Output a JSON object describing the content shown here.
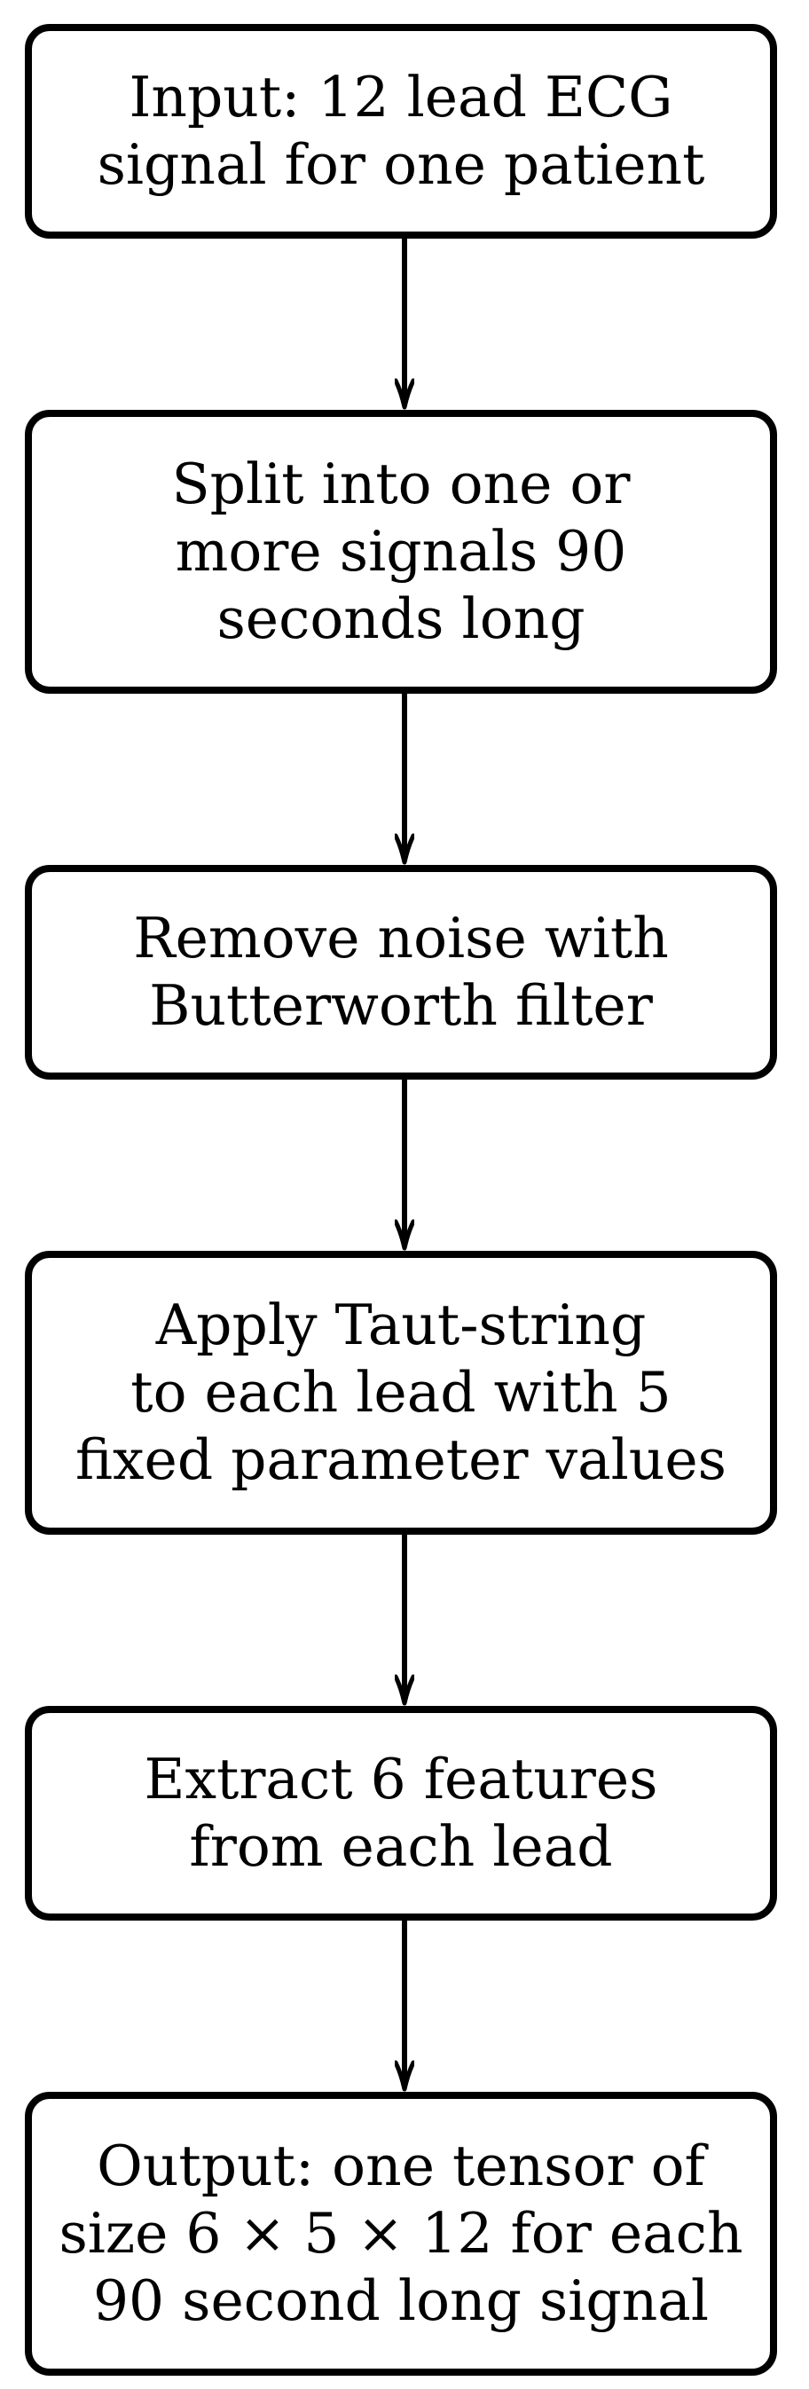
{
  "steps": [
    {
      "lines": [
        "Input: 12 lead ECG",
        "signal for one patient"
      ]
    },
    {
      "lines": [
        "Split into one or",
        "more signals 90",
        "seconds long"
      ]
    },
    {
      "lines": [
        "Remove noise with",
        "Butterworth filter"
      ]
    },
    {
      "lines": [
        "Apply Taut-string",
        "to each lead with 5",
        "fixed parameter values"
      ]
    },
    {
      "lines": [
        "Extract 6 features",
        "from each lead"
      ]
    },
    {
      "lines": [
        "Output: one tensor of",
        "size 6 × 5 × 12 for each",
        "90 second long signal"
      ]
    }
  ]
}
